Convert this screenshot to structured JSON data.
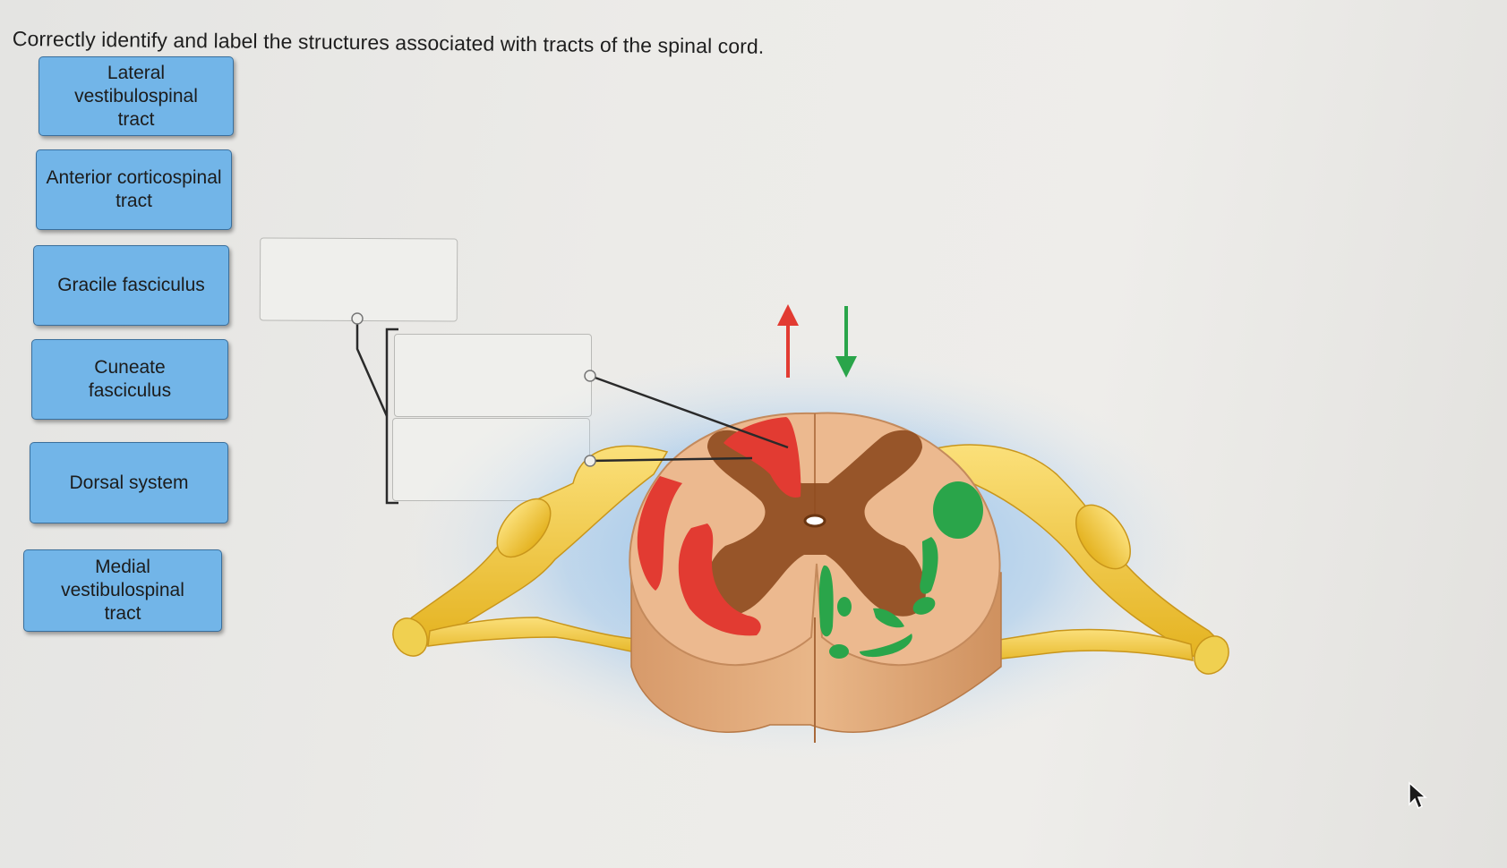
{
  "question": {
    "text": "Correctly identify and label the structures associated with tracts of the spinal cord."
  },
  "labels": [
    {
      "text": "Lateral vestibulospinal tract"
    },
    {
      "text": "Anterior corticospinal tract"
    },
    {
      "text": "Gracile fasciculus"
    },
    {
      "text": "Cuneate fasciculus"
    },
    {
      "text": "Dorsal system"
    },
    {
      "text": "Medial vestibulospinal tract"
    }
  ],
  "drop_targets": [
    {
      "value": ""
    },
    {
      "value": ""
    },
    {
      "value": ""
    }
  ],
  "colors": {
    "label_fill": "#72b5e8",
    "ascending_tract": "#e23b32",
    "descending_tract": "#2aa54a",
    "gray_matter": "#8e4a1e",
    "white_matter": "#ecb98f",
    "nerve": "#f4cc3a"
  },
  "icons": {
    "ascending_arrow": "arrow-up-icon",
    "descending_arrow": "arrow-down-icon",
    "pointer": "mouse-pointer-icon"
  }
}
